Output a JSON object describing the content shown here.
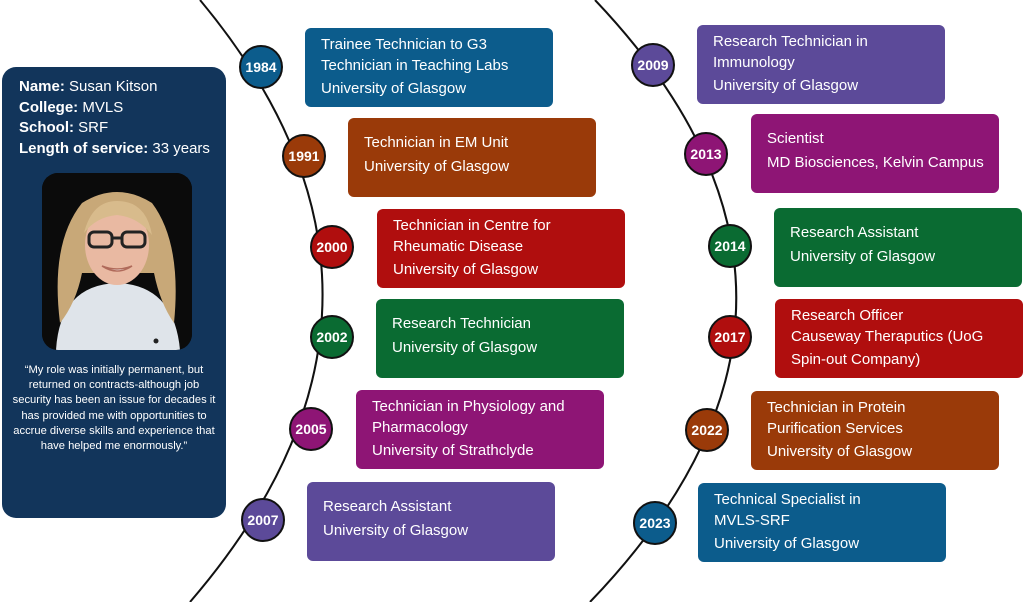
{
  "profile": {
    "name_label": "Name:",
    "name": "Susan Kitson",
    "college_label": "College:",
    "college": "MVLS",
    "school_label": "School:",
    "school": "SRF",
    "service_label": "Length of service:",
    "service": "33 years",
    "quote": "“My role was initially permanent, but returned on contracts-although job security has been an issue for decades it has provided me with opportunities to accrue diverse skills and experience that have helped me enormously.”"
  },
  "colors": {
    "navy": "#12355b",
    "blue": "#0c5c8c",
    "brown": "#9a3a09",
    "red": "#b00e0e",
    "green": "#0a6b32",
    "purple": "#8e1575",
    "violet": "#5c4a99",
    "line": "#111111"
  },
  "timeline_left": [
    {
      "year": "1984",
      "lines": [
        "Trainee Technician to G3",
        "Technician in Teaching Labs",
        "University of Glasgow"
      ]
    },
    {
      "year": "1991",
      "lines": [
        "Technician in EM Unit",
        "University of Glasgow"
      ]
    },
    {
      "year": "2000",
      "lines": [
        "Technician in Centre for",
        "Rheumatic Disease",
        "University of Glasgow"
      ]
    },
    {
      "year": "2002",
      "lines": [
        "Research Technician",
        "University of Glasgow"
      ]
    },
    {
      "year": "2005",
      "lines": [
        "Technician in Physiology and",
        "Pharmacology",
        "University of Strathclyde"
      ]
    },
    {
      "year": "2007",
      "lines": [
        "Research Assistant",
        "University of Glasgow"
      ]
    }
  ],
  "timeline_right": [
    {
      "year": "2009",
      "lines": [
        "Research Technician in",
        "Immunology",
        "University of Glasgow"
      ]
    },
    {
      "year": "2013",
      "lines": [
        "Scientist",
        "MD Biosciences, Kelvin Campus"
      ]
    },
    {
      "year": "2014",
      "lines": [
        "Research Assistant",
        "University of Glasgow"
      ]
    },
    {
      "year": "2017",
      "lines": [
        "Research Officer",
        "Causeway Theraputics (UoG",
        "Spin-out Company)"
      ]
    },
    {
      "year": "2022",
      "lines": [
        "Technician in Protein",
        "Purification Services",
        "University of Glasgow"
      ]
    },
    {
      "year": "2023",
      "lines": [
        "Technical Specialist in",
        "MVLS-SRF",
        "University of Glasgow"
      ]
    }
  ]
}
